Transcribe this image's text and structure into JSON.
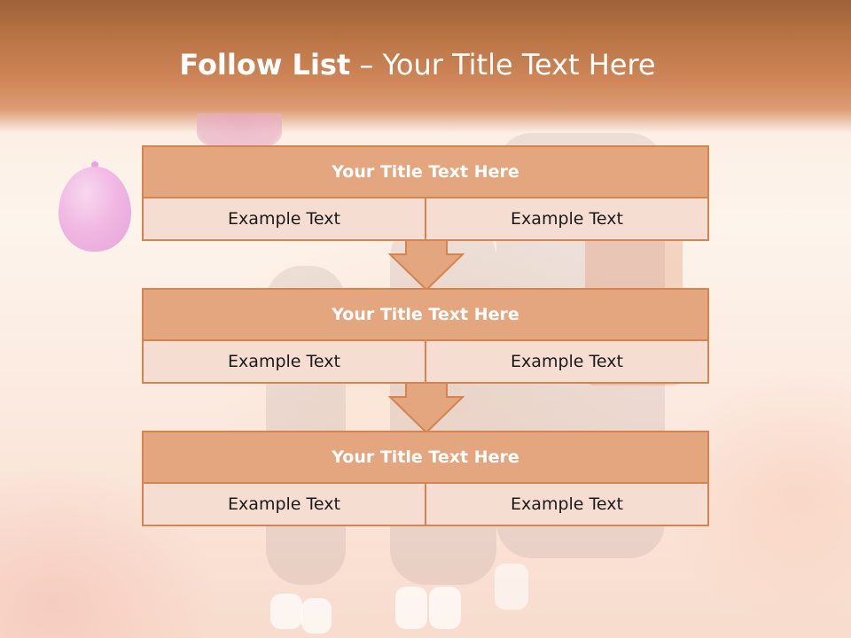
{
  "slide": {
    "title_bold": "Follow List",
    "title_rest": " – Your Title Text Here"
  },
  "list": [
    {
      "title": "Your Title Text Here",
      "left": "Example Text",
      "right": "Example Text"
    },
    {
      "title": "Your Title Text Here",
      "left": "Example Text",
      "right": "Example Text"
    },
    {
      "title": "Your Title Text Here",
      "left": "Example Text",
      "right": "Example Text"
    }
  ],
  "colors": {
    "accent": "#d5844f",
    "header_fill": "#e3a67f",
    "cell_fill": "#f5ddd2",
    "band": "#c9804f"
  },
  "icons": [
    "balloon-icon",
    "down-arrow-icon"
  ]
}
